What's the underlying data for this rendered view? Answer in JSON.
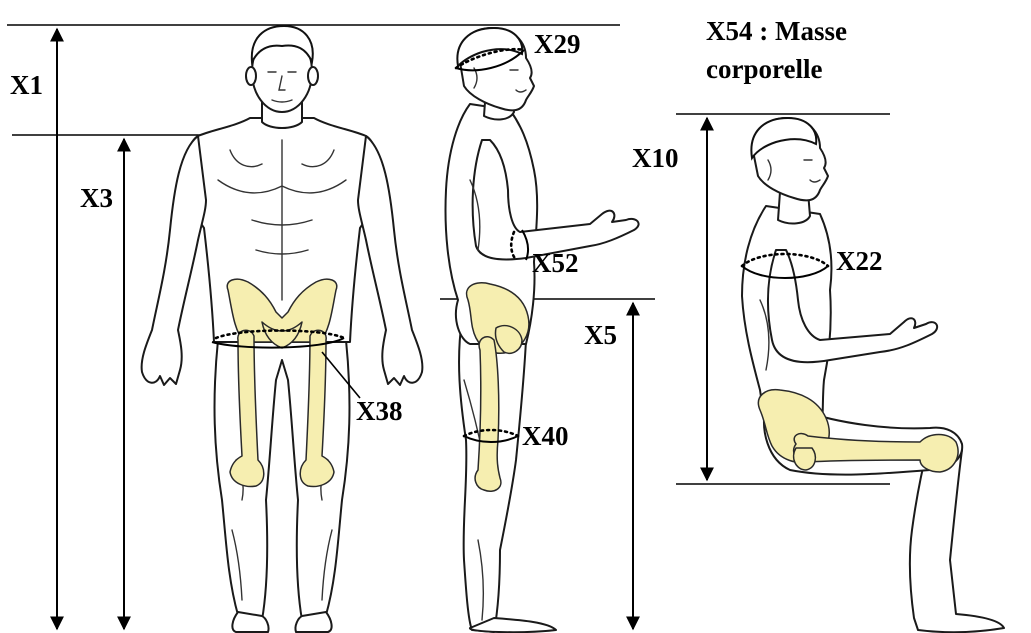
{
  "title_text": {
    "line1": "X54 : Masse",
    "line2": "corporelle"
  },
  "labels": {
    "x1": "X1",
    "x3": "X3",
    "x5": "X5",
    "x10": "X10",
    "x22": "X22",
    "x29": "X29",
    "x38": "X38",
    "x40": "X40",
    "x52": "X52"
  },
  "colors": {
    "bone": "#f6eeb0",
    "outline": "#1a1a1a",
    "background": "#ffffff"
  }
}
